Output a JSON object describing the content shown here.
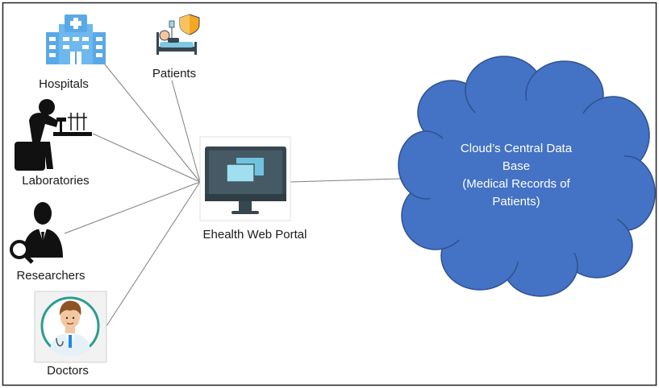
{
  "nodes": {
    "hospitals": {
      "label": "Hospitals"
    },
    "patients": {
      "label": "Patients"
    },
    "laboratories": {
      "label": "Laboratories"
    },
    "researchers": {
      "label": "Researchers"
    },
    "doctors": {
      "label": "Doctors"
    },
    "portal": {
      "label": "Ehealth Web Portal"
    },
    "cloud": {
      "lines": [
        "Cloud’s Central Data",
        "Base",
        "(Medical Records of",
        "Patients)"
      ]
    }
  },
  "colors": {
    "cloud_fill": "#4472c4",
    "cloud_stroke": "#2f528f",
    "connector": "#7f7f7f",
    "hospital_icon": "#5aa9e6",
    "monitor": "#37474f",
    "screen_window": "#8fd3e8",
    "doctor_ring": "#2a9d8f"
  },
  "icons": {
    "hospitals": "hospital-building-icon",
    "patients": "patient-in-bed-icon",
    "laboratories": "lab-researcher-microscope-icon",
    "researchers": "researcher-magnifier-icon",
    "doctors": "doctor-avatar-icon",
    "portal": "desktop-monitor-icon"
  }
}
